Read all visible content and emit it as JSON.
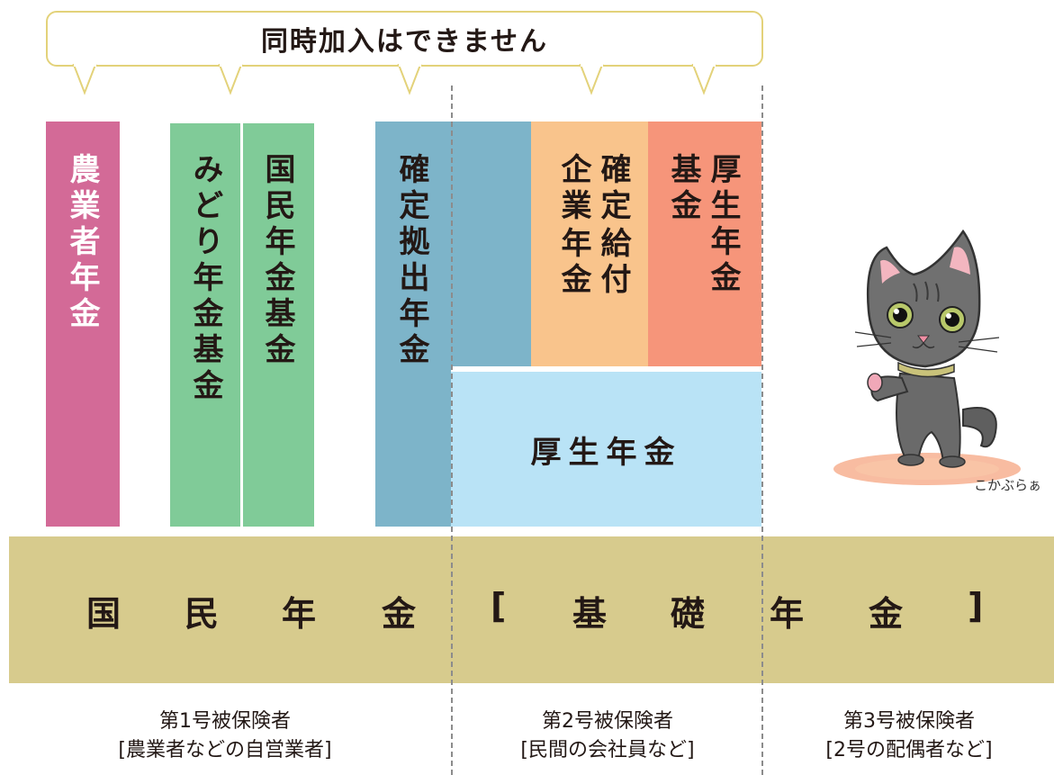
{
  "bubble": {
    "text": "同時加入はできません"
  },
  "columns": {
    "farmers": "農業者年金",
    "midori": "みどり年金基金",
    "np_fund": "国民年金基金",
    "dc": "確定拠出年金",
    "db_col1": "確定",
    "db_col2": "企業",
    "db_col1_rest": "給付",
    "db_col2_rest": "年金",
    "kosei_fund_col1": "厚生年金",
    "kosei_fund_col2": "基金"
  },
  "kosei": "厚生年金",
  "base": {
    "c1": "国",
    "c2": "民",
    "c3": "年",
    "c4": "金",
    "c5": "[",
    "c6": "基",
    "c7": "礎",
    "c8": "年",
    "c9": "金",
    "c10": "]"
  },
  "footer": {
    "g1_title": "第1号被保険者",
    "g1_sub": "[農業者などの自営業者]",
    "g2_title": "第2号被保険者",
    "g2_sub": "[民間の会社員など]",
    "g3_title": "第3号被保険者",
    "g3_sub": "[2号の配偶者など]"
  },
  "mascot": {
    "caption": "こかぶらぁ"
  },
  "colors": {
    "farmers": "#d36a97",
    "green": "#80cb98",
    "blue": "#7db4c9",
    "orange": "#f9c48c",
    "salmon": "#f6957a",
    "lightblue": "#b9e3f6",
    "base": "#d7cb8d",
    "bubble_border": "#e3d27a"
  }
}
